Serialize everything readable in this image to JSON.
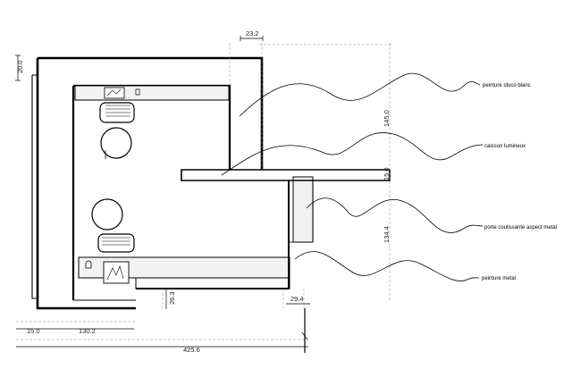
{
  "dimensions": {
    "top_offset": "23.2",
    "left_wall": "20.0",
    "right_upper": "145.0",
    "right_mid": "15.0",
    "right_lower": "134.4",
    "bottom_offset": "26.3",
    "bottom_right": "29.4",
    "bottom_left_small": "15.0",
    "bottom_left": "130.2",
    "total_width": "425.6"
  },
  "labels": {
    "label_1": "peinture stuco blanc",
    "label_2": "caisson lumineux",
    "label_3": "porte coulissante aspect metal",
    "label_4": "peinture metal"
  }
}
